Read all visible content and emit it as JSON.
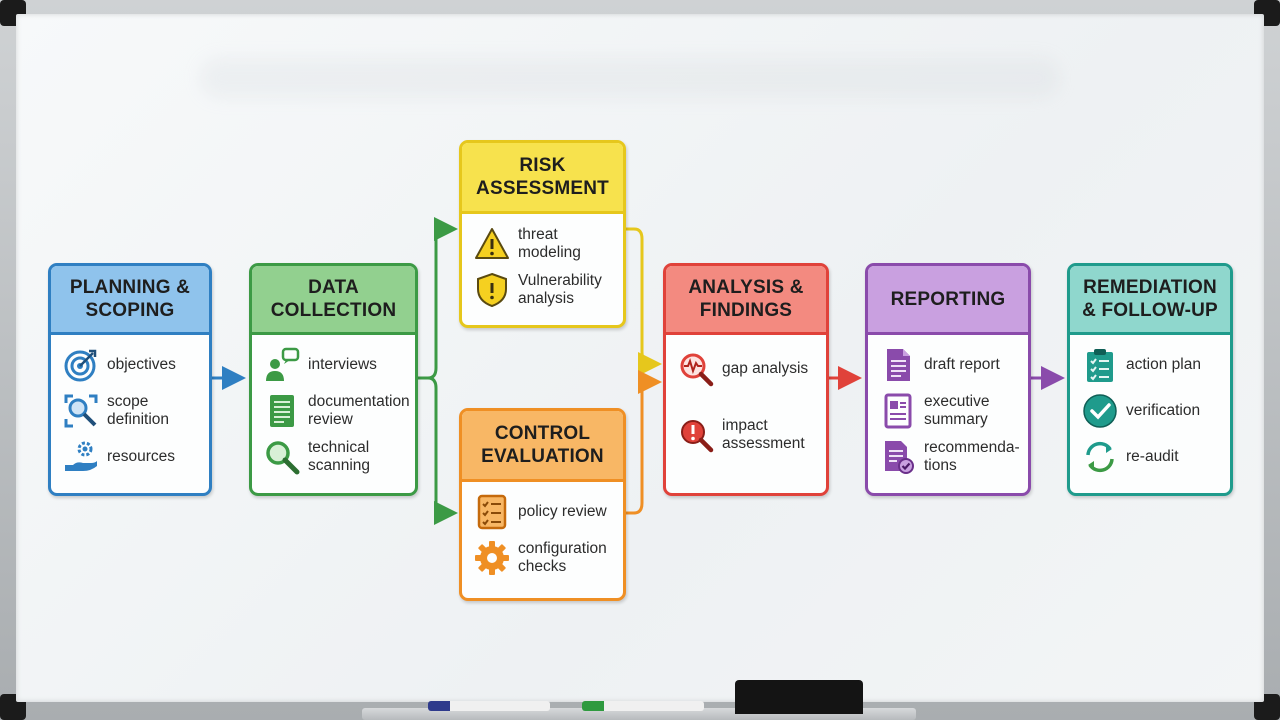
{
  "title_ghost": "",
  "stages": {
    "planning": {
      "title": "PLANNING & SCOPING",
      "color": "#2f7fc2",
      "head_bg": "#8fc3ec",
      "items": [
        {
          "label": "objectives",
          "icon": "target-icon"
        },
        {
          "label": "scope definition",
          "icon": "magnifier-frame-icon"
        },
        {
          "label": "resources",
          "icon": "hand-gear-icon"
        }
      ]
    },
    "data": {
      "title": "DATA COLLECTION",
      "color": "#3c9a45",
      "head_bg": "#92d08f",
      "items": [
        {
          "label": "interviews",
          "icon": "people-chat-icon"
        },
        {
          "label": "documentation review",
          "icon": "document-icon"
        },
        {
          "label": "technical scanning",
          "icon": "magnifier-icon"
        }
      ]
    },
    "risk": {
      "title": "RISK ASSESSMENT",
      "color": "#e6c71c",
      "head_bg": "#f7e24d",
      "items": [
        {
          "label": "threat modeling",
          "icon": "warning-icon"
        },
        {
          "label": "Vulnerability analysis",
          "icon": "shield-alert-icon"
        }
      ]
    },
    "control": {
      "title": "CONTROL EVALUATION",
      "color": "#ef8f24",
      "head_bg": "#f8b765",
      "items": [
        {
          "label": "policy review",
          "icon": "checklist-icon"
        },
        {
          "label": "configuration checks",
          "icon": "gear-icon"
        }
      ]
    },
    "analysis": {
      "title": "ANALYSIS & FINDINGS",
      "color": "#e0423a",
      "head_bg": "#f38a80",
      "items": [
        {
          "label": "gap analysis",
          "icon": "pulse-magnifier-icon"
        },
        {
          "label": "impact assessment",
          "icon": "alert-magnifier-icon"
        }
      ]
    },
    "reporting": {
      "title": "REPORTING",
      "color": "#8a4bab",
      "head_bg": "#c9a0e0",
      "items": [
        {
          "label": "draft report",
          "icon": "report-icon"
        },
        {
          "label": "executive summary",
          "icon": "summary-icon"
        },
        {
          "label": "recommenda-tions",
          "icon": "document-check-icon"
        }
      ]
    },
    "remediation": {
      "title": "REMEDIATION & FOLLOW-UP",
      "color": "#1f9b8c",
      "head_bg": "#8fd7cd",
      "items": [
        {
          "label": "action plan",
          "icon": "clipboard-icon"
        },
        {
          "label": "verification",
          "icon": "check-circle-icon"
        },
        {
          "label": "re-audit",
          "icon": "cycle-arrows-icon"
        }
      ]
    }
  }
}
